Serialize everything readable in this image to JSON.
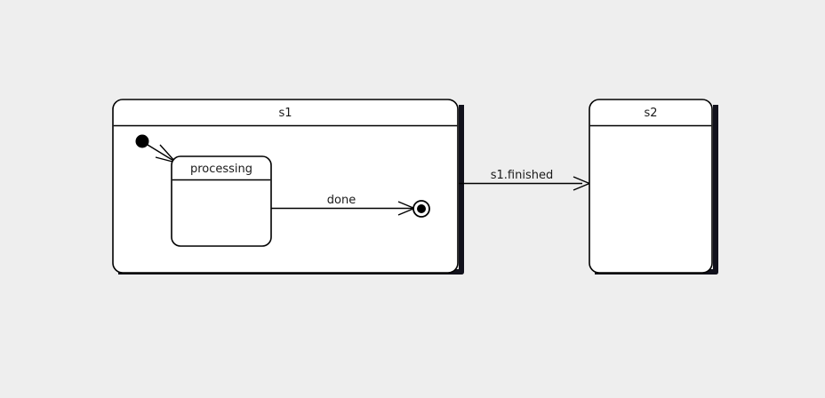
{
  "diagram": {
    "type": "uml-state-machine",
    "background_color": "#eeeeee",
    "line_color": "#000000",
    "state_fill_color": "#ffffff",
    "shadow_color": "#12121c",
    "states": [
      {
        "id": "s1",
        "label": "s1",
        "kind": "composite-state",
        "has_shadow": true,
        "has_title_divider": true
      },
      {
        "id": "processing",
        "label": "processing",
        "kind": "simple-state",
        "has_shadow": false,
        "has_title_divider": true
      },
      {
        "id": "s2",
        "label": "s2",
        "kind": "simple-state",
        "has_shadow": true,
        "has_title_divider": true
      }
    ],
    "pseudostates": [
      {
        "id": "initial",
        "kind": "initial-state",
        "label": ""
      },
      {
        "id": "final",
        "kind": "final-state",
        "label": ""
      }
    ],
    "transitions": [
      {
        "id": "t-initial",
        "from": "initial",
        "to": "processing",
        "label": ""
      },
      {
        "id": "t-done",
        "from": "processing",
        "to": "final",
        "label": "done"
      },
      {
        "id": "t-finished",
        "from": "s1",
        "to": "s2",
        "label": "s1.finished"
      }
    ]
  }
}
